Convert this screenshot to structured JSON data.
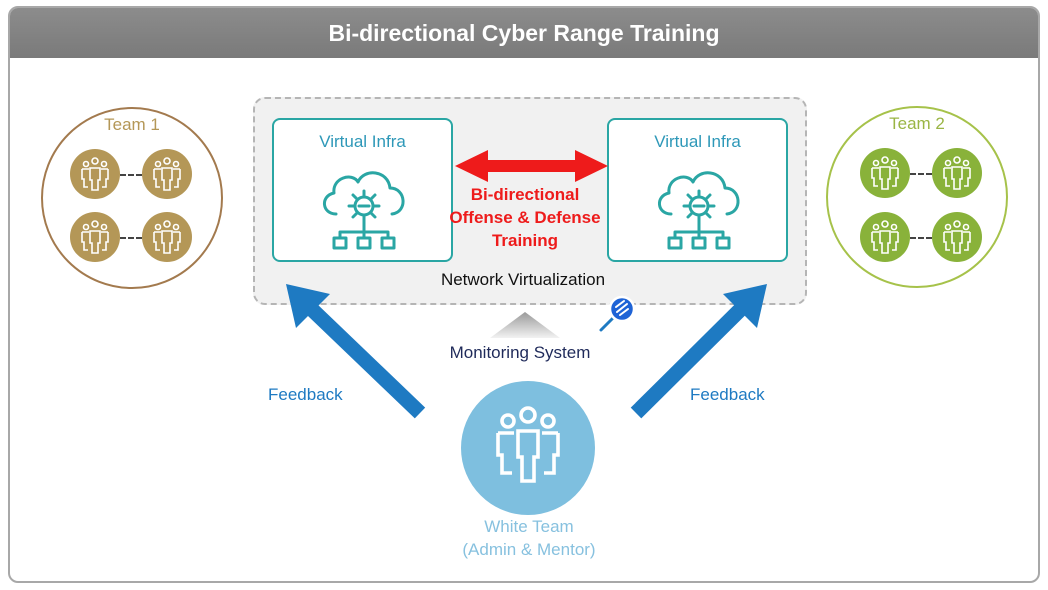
{
  "title": "Bi-directional Cyber Range Training",
  "network_label": "Network Virtualization",
  "infra_left": {
    "label": "Virtual Infra",
    "icon": "cloud-gear-network-icon"
  },
  "infra_right": {
    "label": "Virtual Infra",
    "icon": "cloud-gear-network-icon"
  },
  "offense_defense": {
    "line1": "Bi-directional",
    "line2": "Offense & Defense",
    "line3": "Training",
    "color": "#ee1b1b",
    "arrow_icon": "double-headed-arrow-icon"
  },
  "team1": {
    "label": "Team 1",
    "color": "#b49757",
    "border": "#a37a4e",
    "members_icon": "group-people-icon"
  },
  "team2": {
    "label": "Team 2",
    "color": "#89b23a",
    "border": "#a6c24a",
    "members_icon": "group-people-icon"
  },
  "monitoring": {
    "label": "Monitoring System",
    "icon": "magnifier-icon"
  },
  "feedback_left": "Feedback",
  "feedback_right": "Feedback",
  "white_team": {
    "line1": "White Team",
    "line2": "(Admin & Mentor)",
    "color": "#7ebfdf",
    "icon": "group-people-icon"
  },
  "colors": {
    "title_bar": "#828282",
    "infra_border": "#2aa6a4",
    "feedback_arrow": "#1e7ac2"
  }
}
